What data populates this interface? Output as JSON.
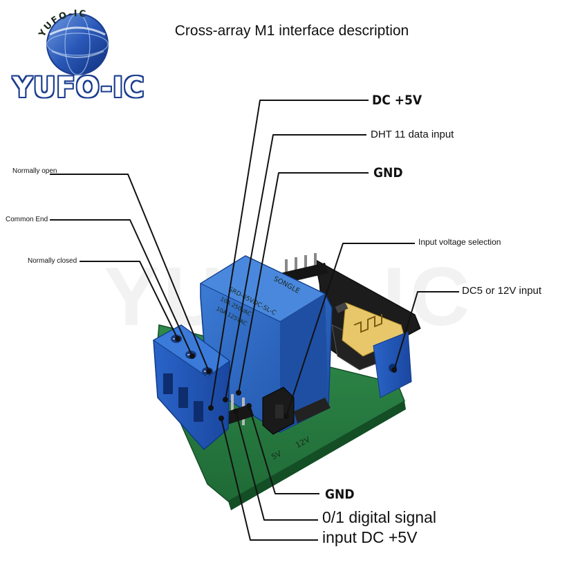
{
  "header": {
    "title": "Cross-array M1 interface description"
  },
  "logo": {
    "name": "YUFO-IC",
    "arc_text": "YUFO-IC"
  },
  "watermark": "YUFO-IC",
  "board_marks": {
    "relay_brand": "SONGLE",
    "relay_model": "SRD-05VDC-SL-C",
    "relay_rating_1": "10A 250VAC",
    "relay_rating_2": "10A 125VAC",
    "pcb_5v": "5V",
    "pcb_12v": "12V"
  },
  "labels": {
    "normally_open": "Normally open",
    "common_end": "Common End",
    "normally_closed": "Normally closed",
    "dc_5v": "DC  +5V",
    "dht11": "DHT 11 data input",
    "gnd_top": "GND",
    "input_voltage": "Input voltage selection",
    "dc5_12v": "DC5 or 12V input",
    "gnd_bottom": "GND",
    "signal_line1": "0/1 digital signal",
    "signal_line2": "input DC +5V"
  }
}
